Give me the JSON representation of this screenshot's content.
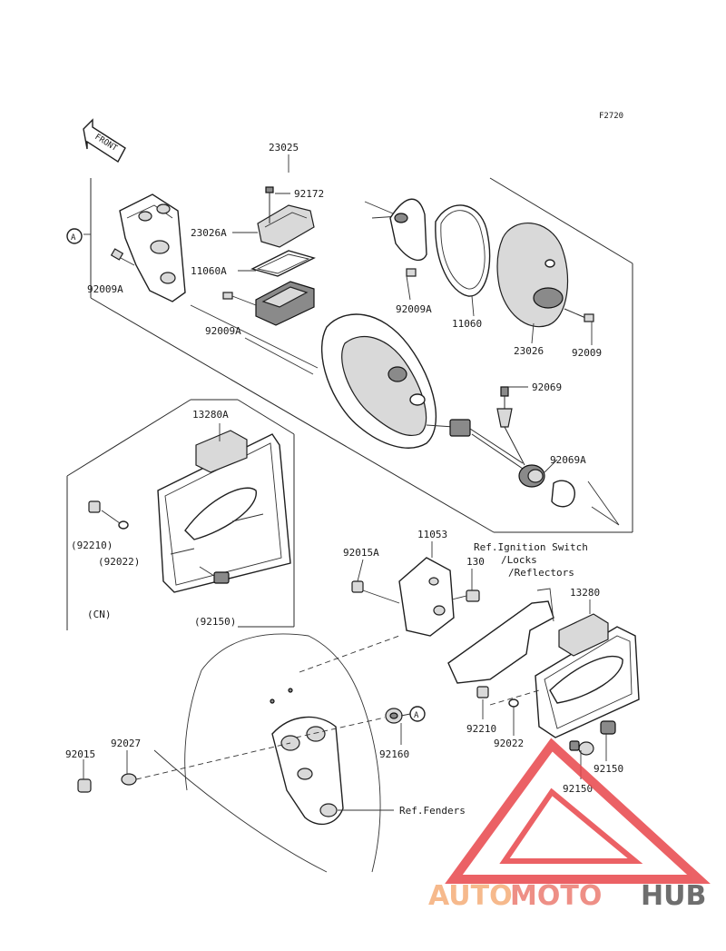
{
  "figure_code": "F2720",
  "front_label": "FRONT",
  "watermark": {
    "part1": "AUTO",
    "part2": "MOTO",
    "part3": "HUB",
    "color_light": "#f6b98c",
    "color_mid": "#ee8f86",
    "color_dark": "#6e6e6e",
    "triangle_color": "#e8464b"
  },
  "callouts": {
    "p23025": "23025",
    "p92172": "92172",
    "p23026A": "23026A",
    "p11060A": "11060A",
    "p92009A_left": "92009A",
    "p92009A_mid": "92009A",
    "p92009A_right": "92009A",
    "p11060": "11060",
    "p23026": "23026",
    "p92009": "92009",
    "p92069": "92069",
    "p92069A": "92069A",
    "p13280A": "13280A",
    "p92210_cn": "(92210)",
    "p92022_cn": "(92022)",
    "cn": "(CN)",
    "p92150_cn": "(92150)",
    "p92015A": "92015A",
    "p11053": "11053",
    "p130": "130",
    "ref_ignition": "Ref.Ignition Switch",
    "ref_locks": "/Locks",
    "ref_reflectors": "/Reflectors",
    "p13280": "13280",
    "p92210": "92210",
    "p92022": "92022",
    "p92150_a": "92150",
    "p92150_b": "92150",
    "p92160": "92160",
    "p92015": "92015",
    "p92027": "92027",
    "ref_fenders": "Ref.Fenders",
    "marker_a1": "A",
    "marker_a2": "A"
  }
}
